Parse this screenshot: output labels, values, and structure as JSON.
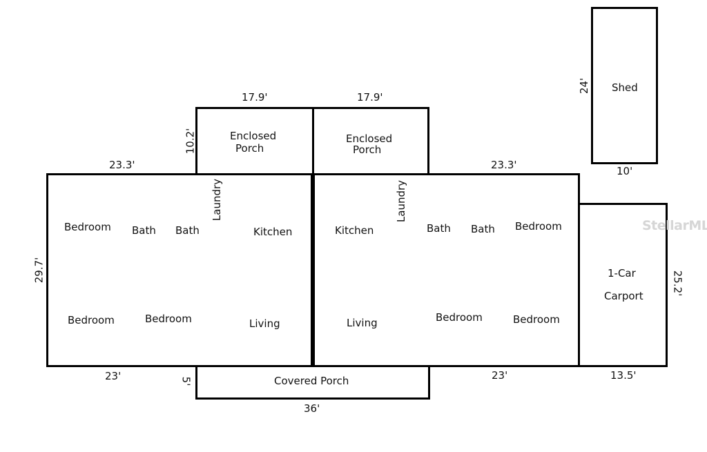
{
  "shed": {
    "label": "Shed",
    "height_dim": "24'",
    "width_dim": "10'"
  },
  "enclosed_porch_left": {
    "line1": "Enclosed",
    "line2": "Porch",
    "width_dim": "17.9'",
    "height_dim": "10.2'"
  },
  "enclosed_porch_right": {
    "line1": "Enclosed",
    "line2": "Porch",
    "width_dim": "17.9'"
  },
  "unit_left": {
    "top_dim": "23.3'",
    "side_dim": "29.7'",
    "bottom_dim": "23'",
    "rooms": {
      "bedroom_1": "Bedroom",
      "bath_1": "Bath",
      "bath_2": "Bath",
      "laundry": "Laundry",
      "kitchen": "Kitchen",
      "bedroom_2": "Bedroom",
      "bedroom_3": "Bedroom",
      "living": "Living"
    }
  },
  "unit_right": {
    "top_dim": "23.3'",
    "bottom_dim": "23'",
    "rooms": {
      "kitchen": "Kitchen",
      "laundry": "Laundry",
      "bath_1": "Bath",
      "bath_2": "Bath",
      "bedroom_1": "Bedroom",
      "living": "Living",
      "bedroom_2": "Bedroom",
      "bedroom_3": "Bedroom"
    }
  },
  "carport": {
    "line1": "1-Car",
    "line2": "Carport",
    "height_dim": "25.2'",
    "width_dim": "13.5'"
  },
  "covered_porch": {
    "label": "Covered Porch",
    "width_dim": "36'",
    "depth_dim": "5'"
  },
  "watermark": "StellarMLS"
}
